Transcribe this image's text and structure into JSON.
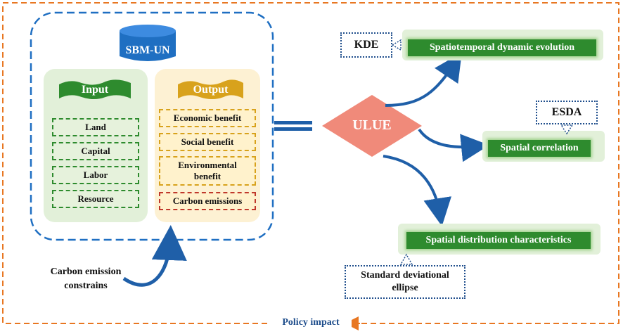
{
  "model": {
    "label": "SBM-UN"
  },
  "input": {
    "title": "Input",
    "items": [
      "Land",
      "Capital",
      "Labor",
      "Resource"
    ]
  },
  "output": {
    "title": "Output",
    "items": [
      "Economic benefit",
      "Social benefit",
      "Environmental benefit",
      "Carbon emissions"
    ]
  },
  "constraint": {
    "label": "Carbon emission constrains"
  },
  "center": {
    "label": "ULUE"
  },
  "analyses": [
    {
      "method": "KDE",
      "result": "Spatiotemporal dynamic evolution"
    },
    {
      "method": "ESDA",
      "result": "Spatial correlation"
    },
    {
      "method": "Standard deviational ellipse",
      "result": "Spatial distribution characteristics"
    }
  ],
  "footer": {
    "label": "Policy impact"
  },
  "colors": {
    "outer_dash": "#e87722",
    "model_dash": "#1f6fc2",
    "input_green": "#2e8b2e",
    "output_gold": "#d8a21c",
    "carbon_red": "#c0392b",
    "diamond": "#f08a7a",
    "arrow_blue": "#1f5fa8",
    "panel_green": "#e2f0d9"
  }
}
